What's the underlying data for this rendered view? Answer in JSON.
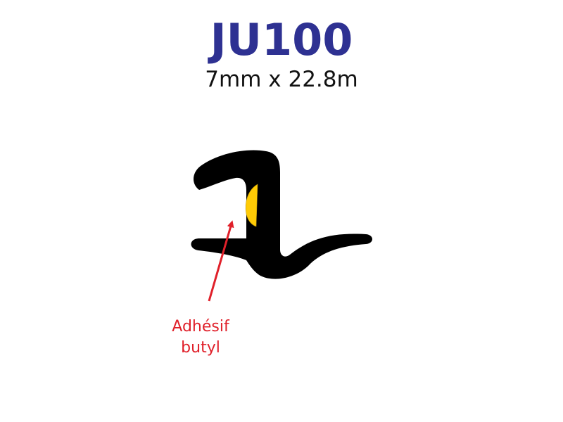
{
  "product": {
    "code": "JU100",
    "dimensions": "7mm x 22.8m"
  },
  "annotation": {
    "line1": "Adhésif",
    "line2": "butyl"
  },
  "colors": {
    "title": "#2e3192",
    "profile": "#000000",
    "adhesive": "#ffcb05",
    "annotation": "#e0202a"
  }
}
